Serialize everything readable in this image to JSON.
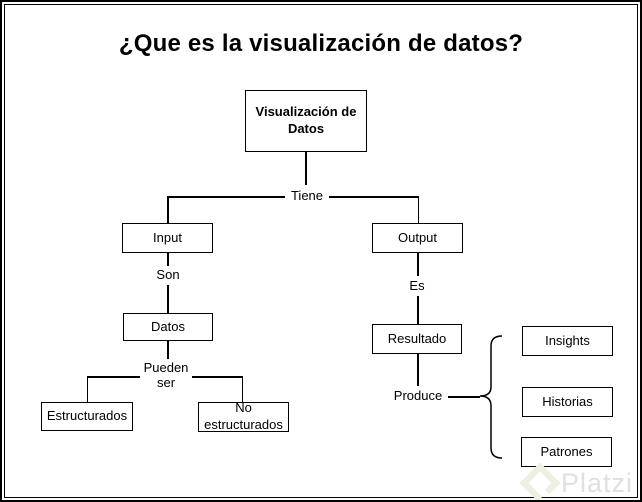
{
  "page": {
    "background": "#ffffff",
    "line_color": "#000000"
  },
  "title": "¿Que es la visualización de datos?",
  "diagram": {
    "nodes": {
      "root": "Visualización de Datos",
      "input": "Input",
      "output": "Output",
      "datos": "Datos",
      "resultado": "Resultado",
      "estructurados": "Estructurados",
      "no_estructurados": "No estructurados",
      "insights": "Insights",
      "historias": "Historias",
      "patrones": "Patrones"
    },
    "edge_labels": {
      "tiene": "Tiene",
      "son": "Son",
      "es": "Es",
      "pueden_ser": "Pueden ser",
      "produce": "Produce"
    }
  },
  "watermark": {
    "text": "Platzi",
    "logo_icon": "platzi-logo",
    "text_color": "#e0e0e0",
    "logo_color": "#edf1e1"
  }
}
